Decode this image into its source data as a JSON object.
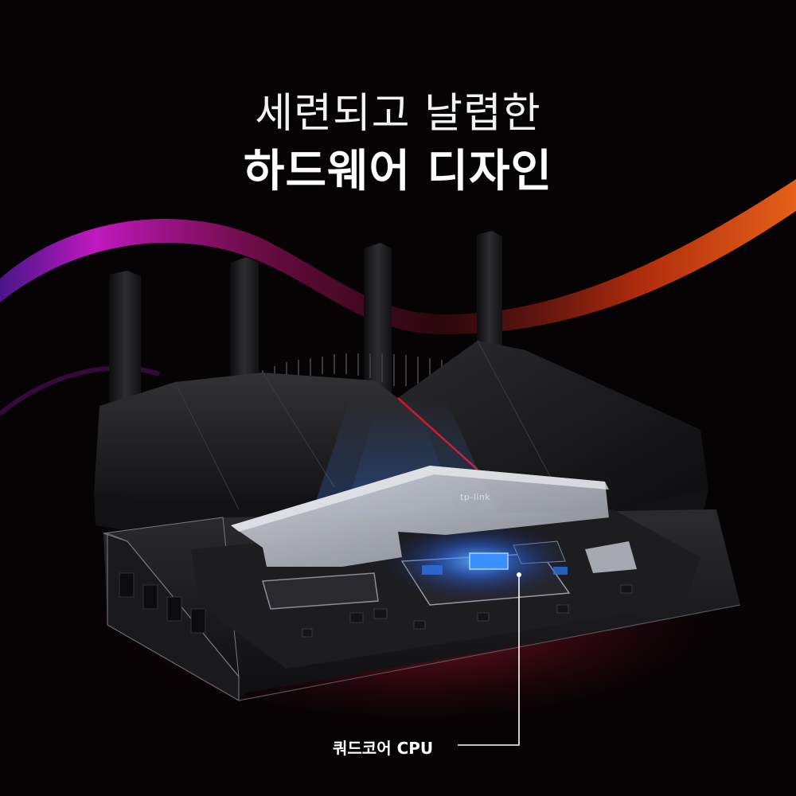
{
  "headline": {
    "line1": "세련되고 날렵한",
    "line2": "하드웨어 디자인"
  },
  "callout": {
    "label": "쿼드코어 CPU"
  },
  "brand": {
    "mark": "tp-link"
  },
  "colors": {
    "background": "#050304",
    "swoosh_magenta": "#d61bd6",
    "swoosh_orange": "#ff5a14",
    "chassis": "#1b1b1d",
    "cpu_glow": "#2f7fff",
    "accent_line": "#e01020"
  }
}
